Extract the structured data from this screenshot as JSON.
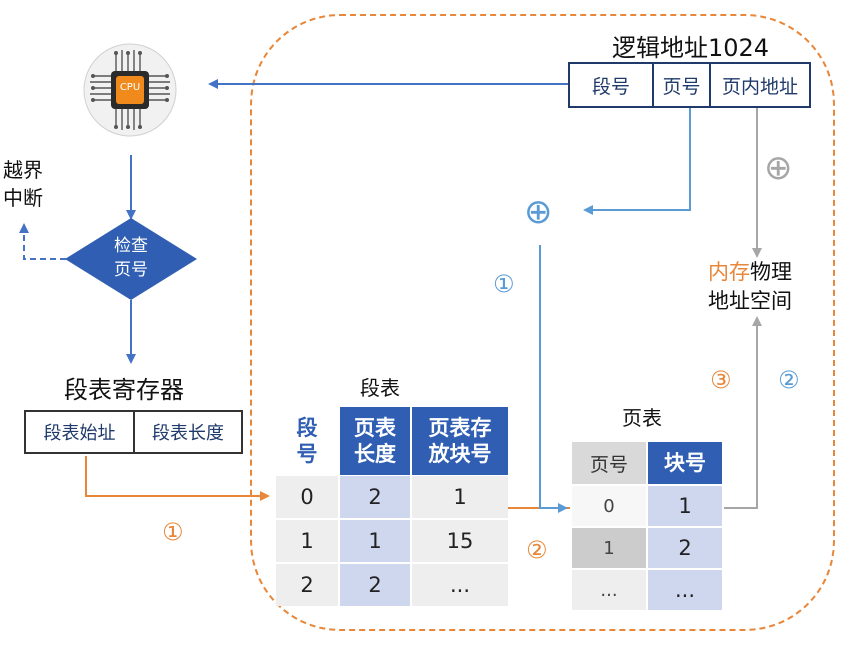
{
  "logical_address": {
    "title": "逻辑地址1024",
    "fields": [
      "段号",
      "页号",
      "页内地址"
    ]
  },
  "cpu": {
    "label": "CPU"
  },
  "overflow": {
    "line1": "越界",
    "line2": "中断"
  },
  "check_node": {
    "line1": "检查",
    "line2": "页号"
  },
  "seg_register": {
    "title": "段表寄存器",
    "fields": [
      "段表始址",
      "段表长度"
    ]
  },
  "segment_table": {
    "title": "段表",
    "headers": [
      [
        "段",
        "号"
      ],
      [
        "页表",
        "长度"
      ],
      [
        "页表存",
        "放块号"
      ]
    ],
    "rows": [
      [
        "0",
        "2",
        "1"
      ],
      [
        "1",
        "1",
        "15"
      ],
      [
        "2",
        "2",
        "..."
      ]
    ]
  },
  "page_table": {
    "title": "页表",
    "headers": [
      "页号",
      "块号"
    ],
    "rows": [
      [
        "0",
        "1"
      ],
      [
        "1",
        "2"
      ],
      [
        "...",
        "..."
      ]
    ]
  },
  "physical_memory": {
    "line1_accent": "内存",
    "line1_rest": "物理",
    "line2": "地址空间"
  },
  "step_labels": {
    "orange_1": "①",
    "orange_2": "②",
    "orange_3": "③",
    "blue_1": "①",
    "blue_2": "②"
  },
  "adders": {
    "symbol": "⊕"
  },
  "colors": {
    "blue": "#4472c4",
    "orange": "#e8873a",
    "light_blue": "#5b9bd5",
    "gray": "#a6a6a6",
    "header_blue": "#2f5eb3"
  }
}
